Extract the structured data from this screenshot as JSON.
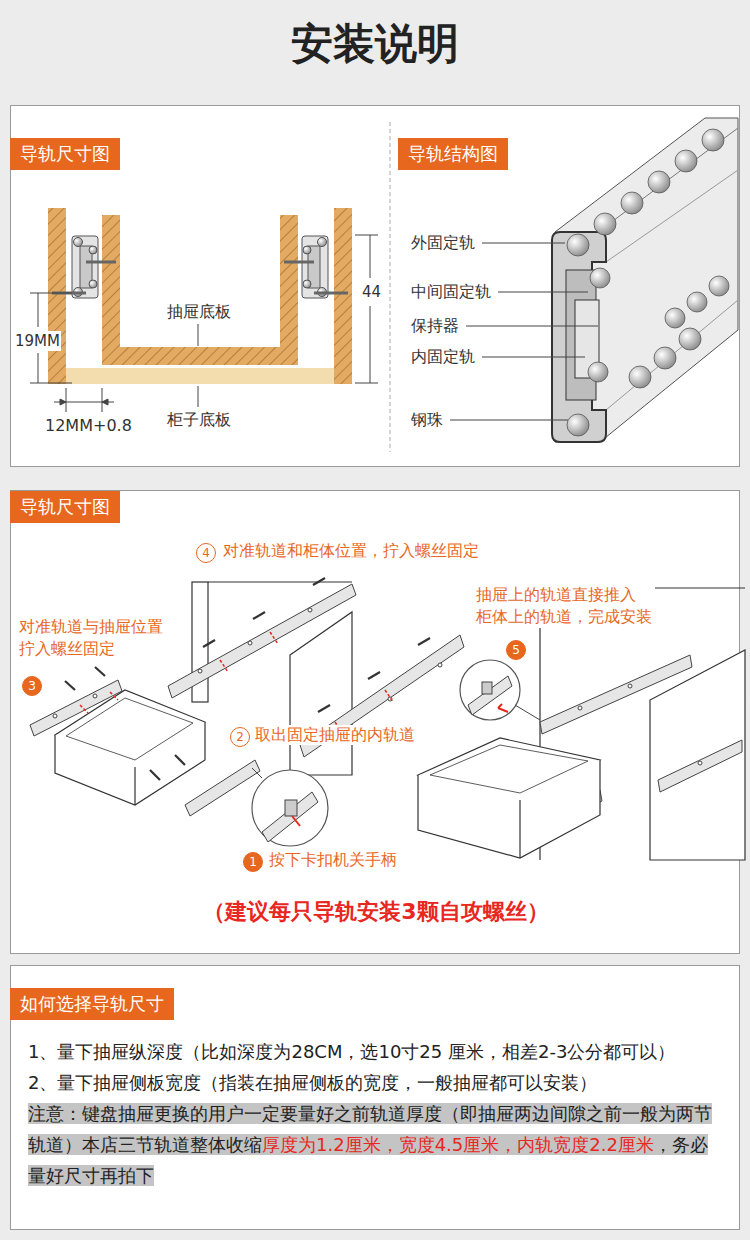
{
  "diagram": {
    "title": "安装说明",
    "nodes": [
      {
        "text": [
          "导轨尺寸图"
        ]
      },
      {
        "text": [
          "导轨结构图"
        ]
      },
      {
        "text": [
          "导轨尺寸图"
        ]
      },
      {
        "text": [
          "如何选择导轨尺寸"
        ]
      }
    ],
    "labels": [
      "19MM",
      "抽屉底板",
      "44",
      "12MM+0.8",
      "柜子底板",
      "外固定轨",
      "中间固定轨",
      "保持器",
      "内固定轨",
      "钢珠",
      "4",
      "对准轨道和柜体位置，拧入螺丝固定",
      "对准轨道与抽屉位置 拧入螺丝固定",
      "3",
      "抽屉上的轨道直接推入 柜体上的轨道，完成安装",
      "5",
      "2",
      "取出固定抽屉的内轨道",
      "1",
      "按下卡扣机关手柄",
      "（建议每只导轨安装3颗自攻螺丝）",
      "1、量下抽屉纵深度（比如深度为28CM，选10寸25 厘米，相差2-3公分都可以）",
      "2、量下抽屉侧板宽度（指装在抽屉侧板的宽度，一般抽屉都可以安装）",
      "注意：键盘抽屉更换的用户一定要量好之前轨道厚度（即抽屉两边间隙之前一般为两节轨道）本店三节轨道整体收缩",
      "厚度为1.2厘米，宽度4.5厘米，内轨宽度2.2厘米",
      "，务必量好尺寸再拍下"
    ]
  }
}
